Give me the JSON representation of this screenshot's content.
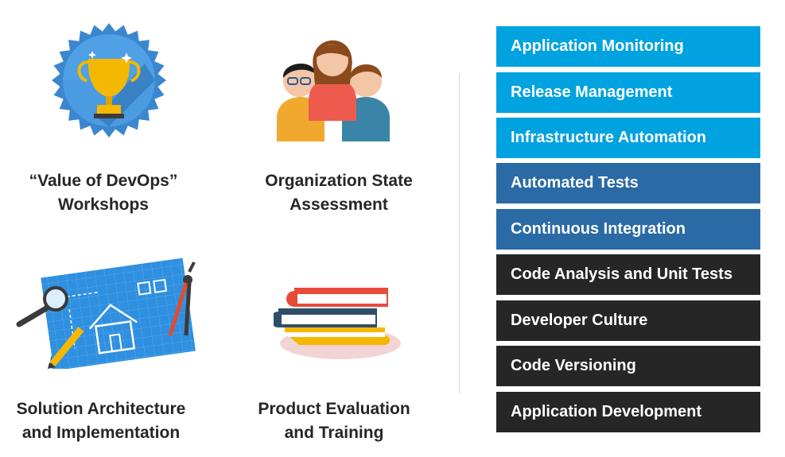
{
  "services": [
    {
      "caption_line1": "“Value of DevOps”",
      "caption_line2": "Workshops",
      "icon": "trophy-badge-icon"
    },
    {
      "caption_line1": "Organization State",
      "caption_line2": "Assessment",
      "icon": "team-people-icon"
    },
    {
      "caption_line1": "Solution Architecture",
      "caption_line2": "and Implementation",
      "icon": "blueprint-icon"
    },
    {
      "caption_line1": "Product Evaluation",
      "caption_line2": "and Training",
      "icon": "books-stack-icon"
    }
  ],
  "stack": [
    {
      "label": "Application Monitoring",
      "color": "#00a2e0"
    },
    {
      "label": "Release Management",
      "color": "#00a2e0"
    },
    {
      "label": "Infrastructure Automation",
      "color": "#00a2e0"
    },
    {
      "label": "Automated Tests",
      "color": "#2a6aa5"
    },
    {
      "label": "Continuous Integration",
      "color": "#2a6aa5"
    },
    {
      "label": "Code Analysis and Unit Tests",
      "color": "#262626"
    },
    {
      "label": "Developer Culture",
      "color": "#262626"
    },
    {
      "label": "Code Versioning",
      "color": "#262626"
    },
    {
      "label": "Application Development",
      "color": "#262626"
    }
  ]
}
